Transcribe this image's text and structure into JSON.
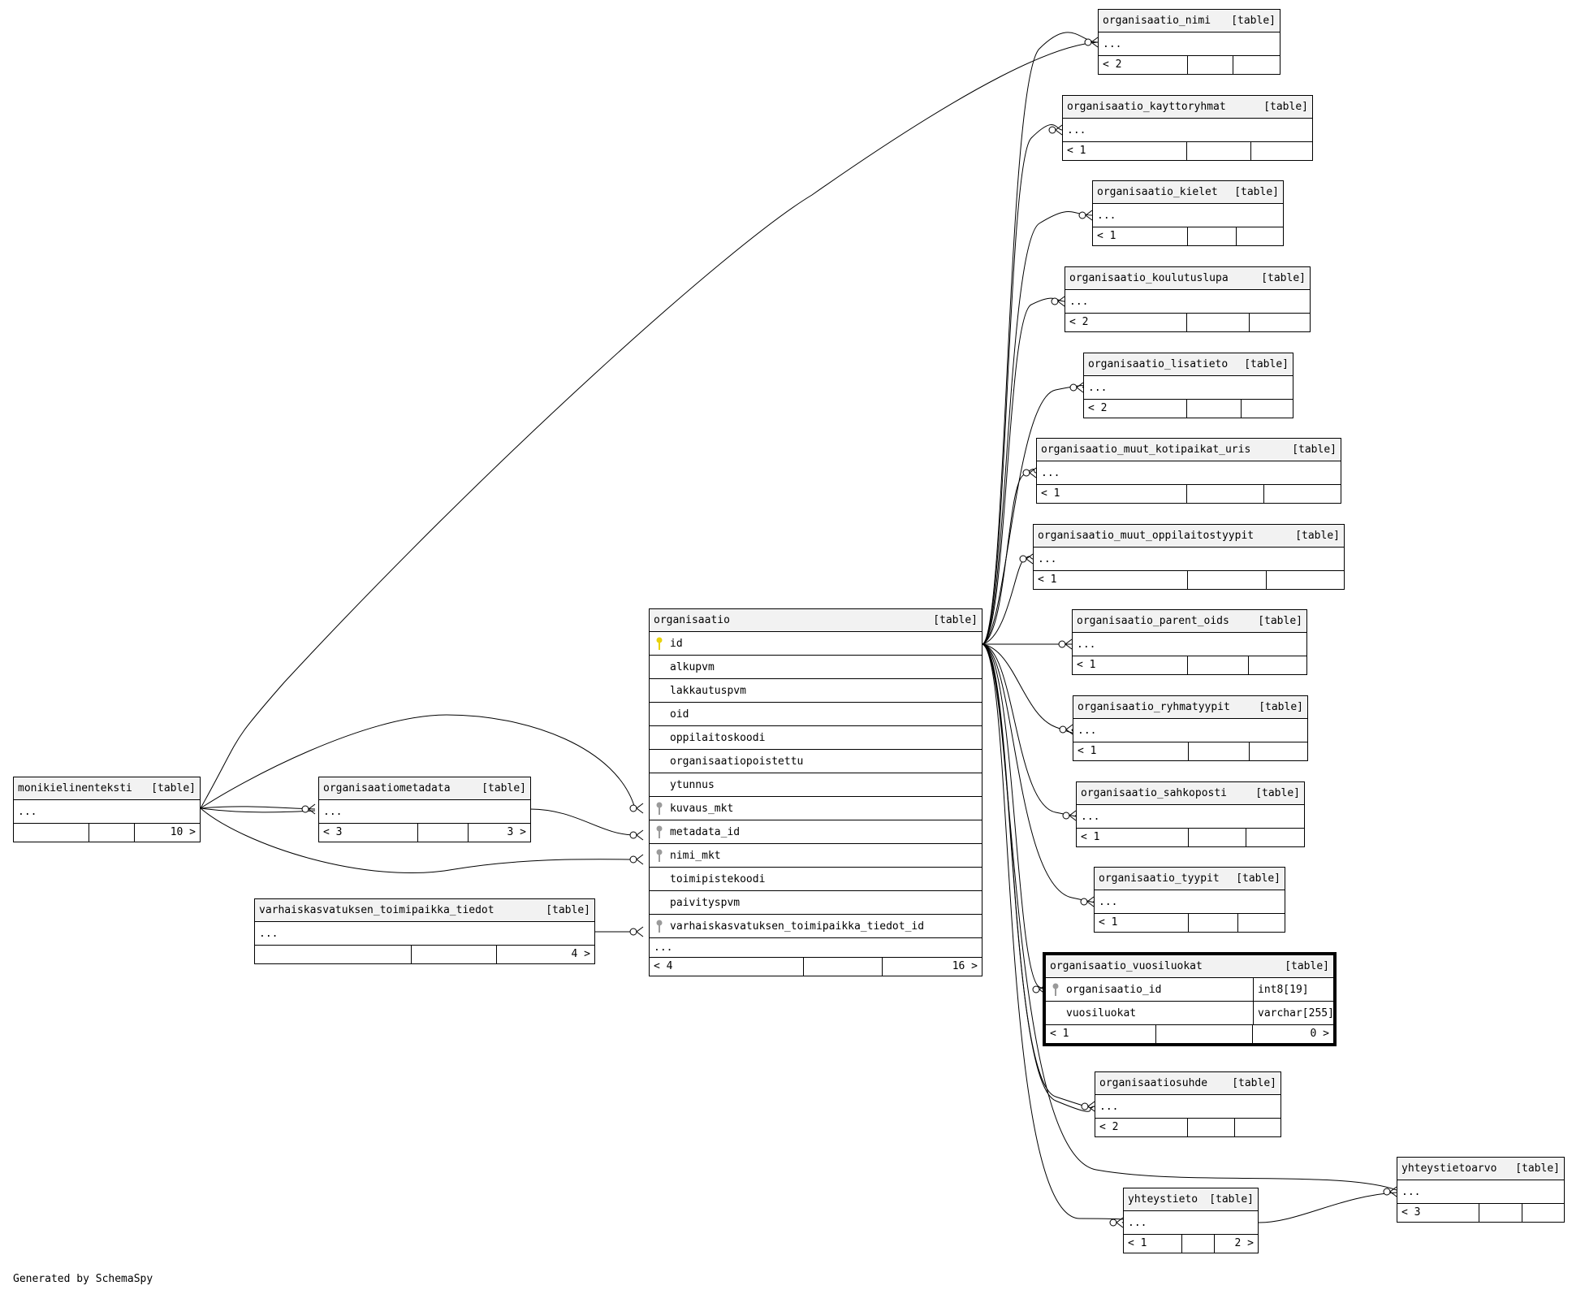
{
  "footer": "Generated by SchemaSpy",
  "type_label": "[table]",
  "ellipsis": "...",
  "colors": {
    "primary_key": "#e8d20a",
    "foreign_key": "#9a9a9a",
    "header_bg": "#f2f2f2"
  },
  "tables": {
    "organisaatio_nimi": {
      "name": "organisaatio_nimi",
      "parents": "< 2",
      "children": ""
    },
    "organisaatio_kayttoryhmat": {
      "name": "organisaatio_kayttoryhmat",
      "parents": "< 1",
      "children": ""
    },
    "organisaatio_kielet": {
      "name": "organisaatio_kielet",
      "parents": "< 1",
      "children": ""
    },
    "organisaatio_koulutuslupa": {
      "name": "organisaatio_koulutuslupa",
      "parents": "< 2",
      "children": ""
    },
    "organisaatio_lisatieto": {
      "name": "organisaatio_lisatieto",
      "parents": "< 2",
      "children": ""
    },
    "organisaatio_muut_kotipaikat_uris": {
      "name": "organisaatio_muut_kotipaikat_uris",
      "parents": "< 1",
      "children": ""
    },
    "organisaatio_muut_oppilaitostyypit": {
      "name": "organisaatio_muut_oppilaitostyypit",
      "parents": "< 1",
      "children": ""
    },
    "organisaatio_parent_oids": {
      "name": "organisaatio_parent_oids",
      "parents": "< 1",
      "children": ""
    },
    "organisaatio_ryhmatyypit": {
      "name": "organisaatio_ryhmatyypit",
      "parents": "< 1",
      "children": ""
    },
    "organisaatio_sahkoposti": {
      "name": "organisaatio_sahkoposti",
      "parents": "< 1",
      "children": ""
    },
    "organisaatio_tyypit": {
      "name": "organisaatio_tyypit",
      "parents": "< 1",
      "children": ""
    },
    "organisaatiosuhde": {
      "name": "organisaatiosuhde",
      "parents": "< 2",
      "children": ""
    },
    "yhteystieto": {
      "name": "yhteystieto",
      "parents": "< 1",
      "children": "2 >"
    },
    "yhteystietoarvo": {
      "name": "yhteystietoarvo",
      "parents": "< 3",
      "children": ""
    },
    "monikielinenteksti": {
      "name": "monikielinenteksti",
      "parents": "",
      "children": "10 >"
    },
    "organisaatiometadata": {
      "name": "organisaatiometadata",
      "parents": "< 3",
      "children": "3 >"
    },
    "varhaiskasvatuksen_toimipaikka_tiedot": {
      "name": "varhaiskasvatuksen_toimipaikka_tiedot",
      "parents": "",
      "children": "4 >"
    },
    "organisaatio": {
      "name": "organisaatio",
      "columns": [
        "id",
        "alkupvm",
        "lakkautuspvm",
        "oid",
        "oppilaitoskoodi",
        "organisaatiopoistettu",
        "ytunnus",
        "kuvaus_mkt",
        "metadata_id",
        "nimi_mkt",
        "toimipistekoodi",
        "paivityspvm",
        "varhaiskasvatuksen_toimipaikka_tiedot_id"
      ],
      "parents": "< 4",
      "children": "16 >"
    },
    "organisaatio_vuosiluokat": {
      "name": "organisaatio_vuosiluokat",
      "columns": [
        "organisaatio_id",
        "vuosiluokat"
      ],
      "types": [
        "int8[19]",
        "varchar[255]"
      ],
      "parents": "< 1",
      "children": "0 >"
    }
  }
}
